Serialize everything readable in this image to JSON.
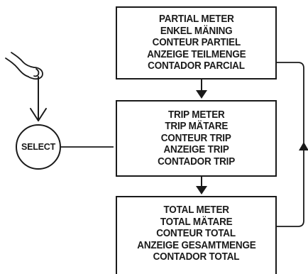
{
  "diagram": {
    "select_button": {
      "label": "SELECT"
    },
    "boxes": [
      {
        "id": "partial",
        "lines": [
          "PARTIAL METER",
          "ENKEL MÄNING",
          "CONTEUR PARTIEL",
          "ANZEIGE TEILMENGE",
          "CONTADOR PARCIAL"
        ]
      },
      {
        "id": "trip",
        "lines": [
          "TRIP METER",
          "TRIP MÄTARE",
          "CONTEUR TRIP",
          "ANZEIGE TRIP",
          "CONTADOR TRIP"
        ]
      },
      {
        "id": "total",
        "lines": [
          "TOTAL METER",
          "TOTAL MÄTARE",
          "CONTEUR TOTAL",
          "ANZEIGE GESAMTMENGE",
          "CONTADOR TOTAL"
        ]
      }
    ],
    "icons": {
      "finger": "pointing-finger-icon",
      "press_arrow": "down-arrow-icon"
    },
    "colors": {
      "stroke": "#1a1a1a",
      "background": "#ffffff"
    }
  }
}
